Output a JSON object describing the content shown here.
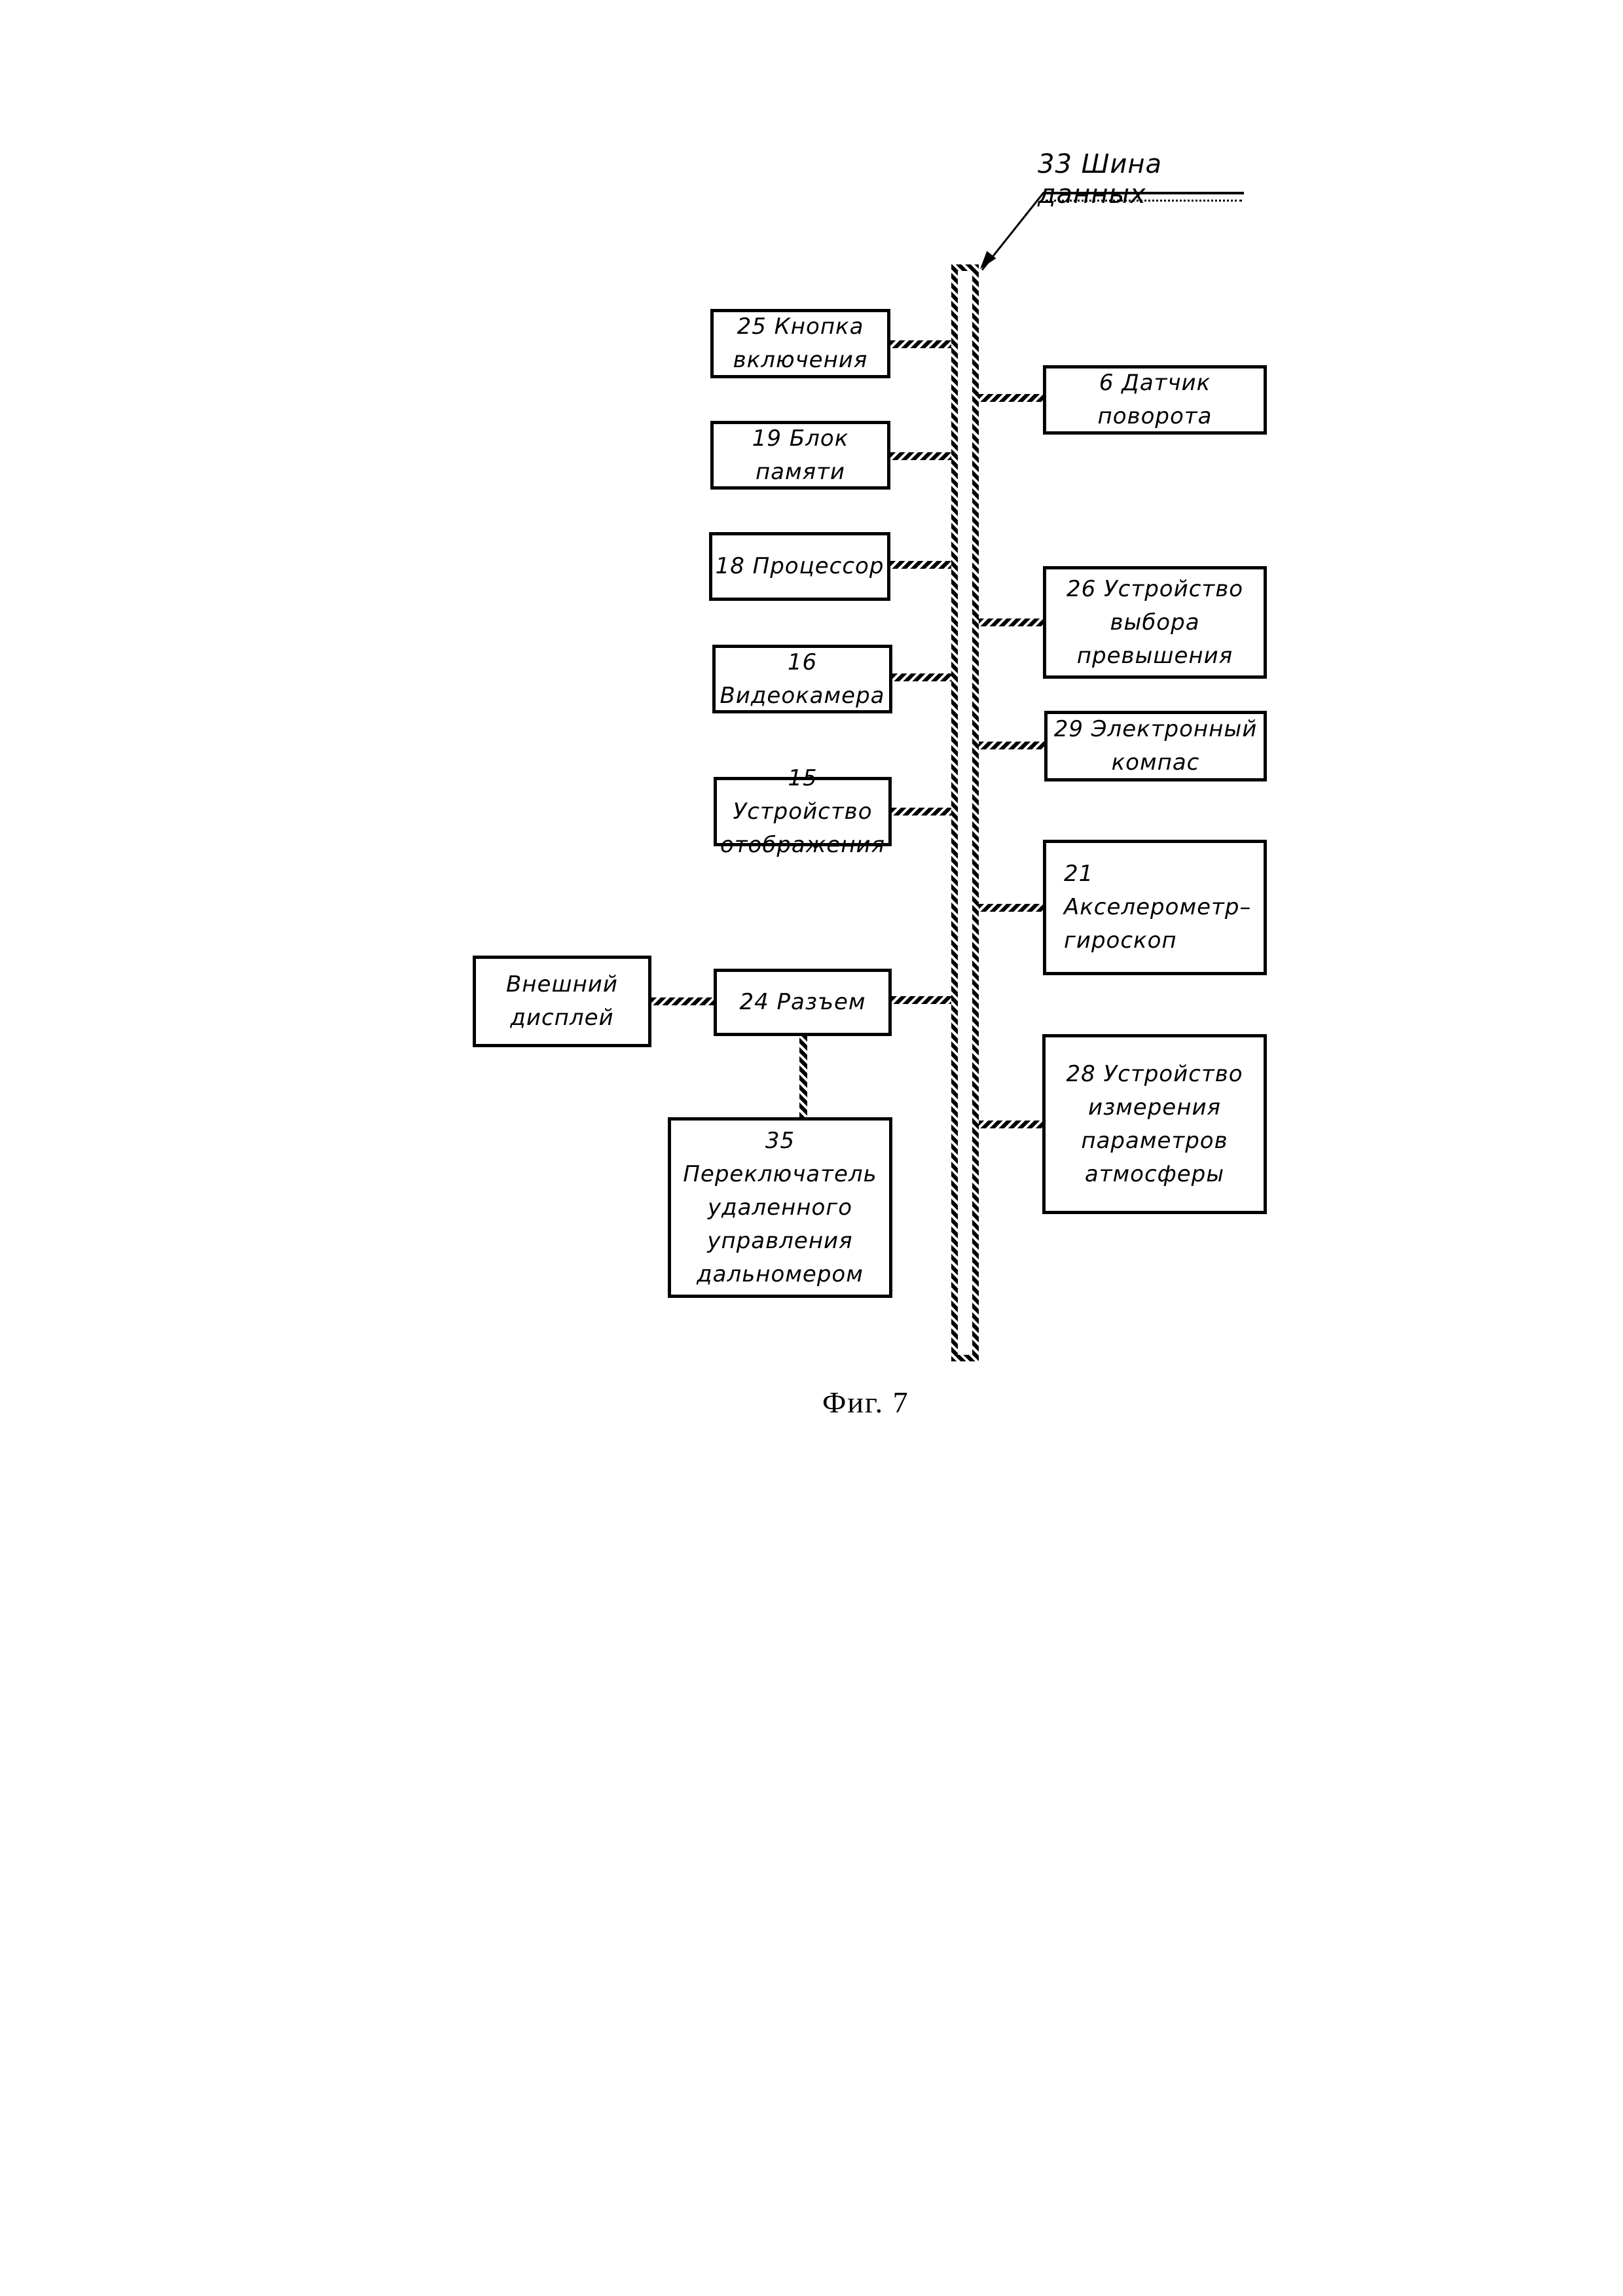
{
  "figure": {
    "bus_label": "33 Шина данных",
    "caption": "Фиг. 7",
    "blocks": {
      "b25": {
        "label": "25 Кнопка\nвключения"
      },
      "b19": {
        "label": "19 Блок\nпамяти"
      },
      "b18": {
        "label": "18 Процессор"
      },
      "b16": {
        "label": "16 Видеокамера"
      },
      "b15": {
        "label": "15 Устройство\nотображения"
      },
      "b24": {
        "label": "24 Разъем"
      },
      "bext": {
        "label": "Внешний\nдисплей"
      },
      "b35": {
        "label": "35 Переключатель\nудаленного\nуправления\nдальномером"
      },
      "b6": {
        "label": "6 Датчик\nповорота"
      },
      "b26": {
        "label": "26 Устройство\nвыбора\nпревышения"
      },
      "b29": {
        "label": "29 Электронный\nкомпас"
      },
      "b21": {
        "label": "21 Акселерометр–\nгироскоп"
      },
      "b28": {
        "label": "28 Устройство\nизмерения\nпараметров\nатмосферы"
      }
    }
  }
}
